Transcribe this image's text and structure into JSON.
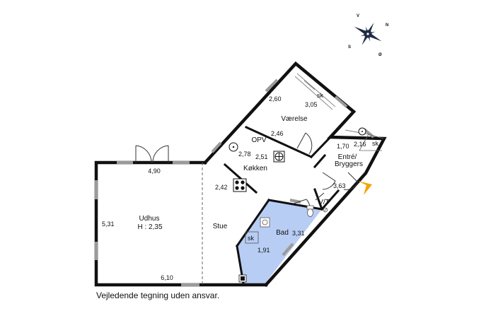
{
  "compass": {
    "v": "V",
    "n": "N",
    "s": "S",
    "o": "Ø"
  },
  "rooms": {
    "udhus_name": "Udhus",
    "udhus_height": "H : 2,35",
    "stue": "Stue",
    "koekken": "Køkken",
    "vaerelse": "Værelse",
    "entre_line1": "Entré/",
    "entre_line2": "Bryggers",
    "bad": "Bad",
    "vt": "V/T",
    "opv": "OPV"
  },
  "cabinets": {
    "sk_vaerelse": "sk",
    "sk_entre": "sk",
    "sk_bad": "sk"
  },
  "dimensions": {
    "udhus_width": "4,90",
    "udhus_depth": "5,31",
    "stue_width": "6,10",
    "stue_depth": "2,42",
    "koekken_a": "2,78",
    "koekken_b": "2,51",
    "koekken_c": "2,46",
    "vaerelse_a": "2,60",
    "vaerelse_b": "3,05",
    "entre_a": "1,70",
    "entre_b": "2,16",
    "entre_c": "3,63",
    "bad_a": "3,31",
    "bad_b": "1,91"
  },
  "caption": "Vejledende tegning uden ansvar.",
  "colors": {
    "wall": "#111111",
    "bath_fill": "#b8cdf4",
    "entrance_arrow": "#f5a300",
    "window": "#9a9a9a"
  }
}
